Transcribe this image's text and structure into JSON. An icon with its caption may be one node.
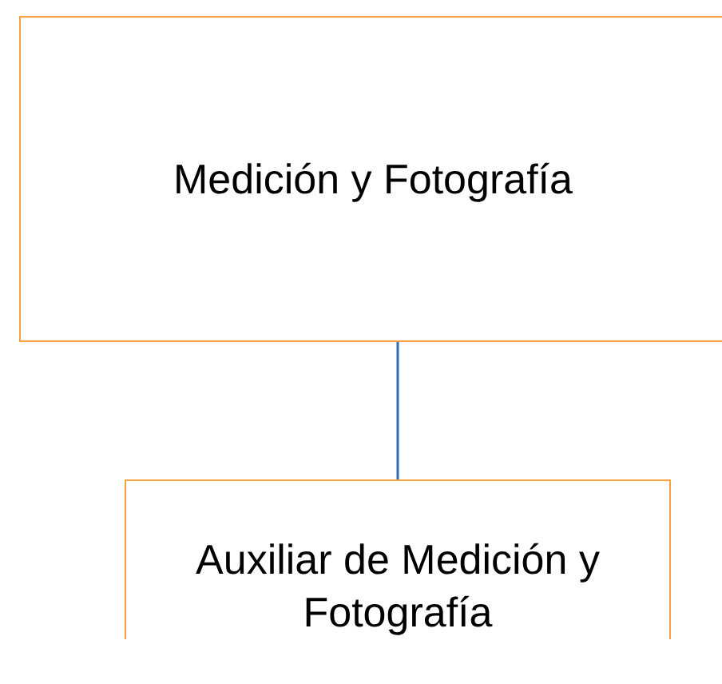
{
  "diagram": {
    "nodes": [
      {
        "text": [
          "Medición y Fotografía"
        ]
      },
      {
        "text": [
          "Auxiliar de Medición y Fotografía"
        ]
      }
    ],
    "edges": [
      {
        "from": 0,
        "to": 1,
        "arrow": "none"
      }
    ]
  }
}
